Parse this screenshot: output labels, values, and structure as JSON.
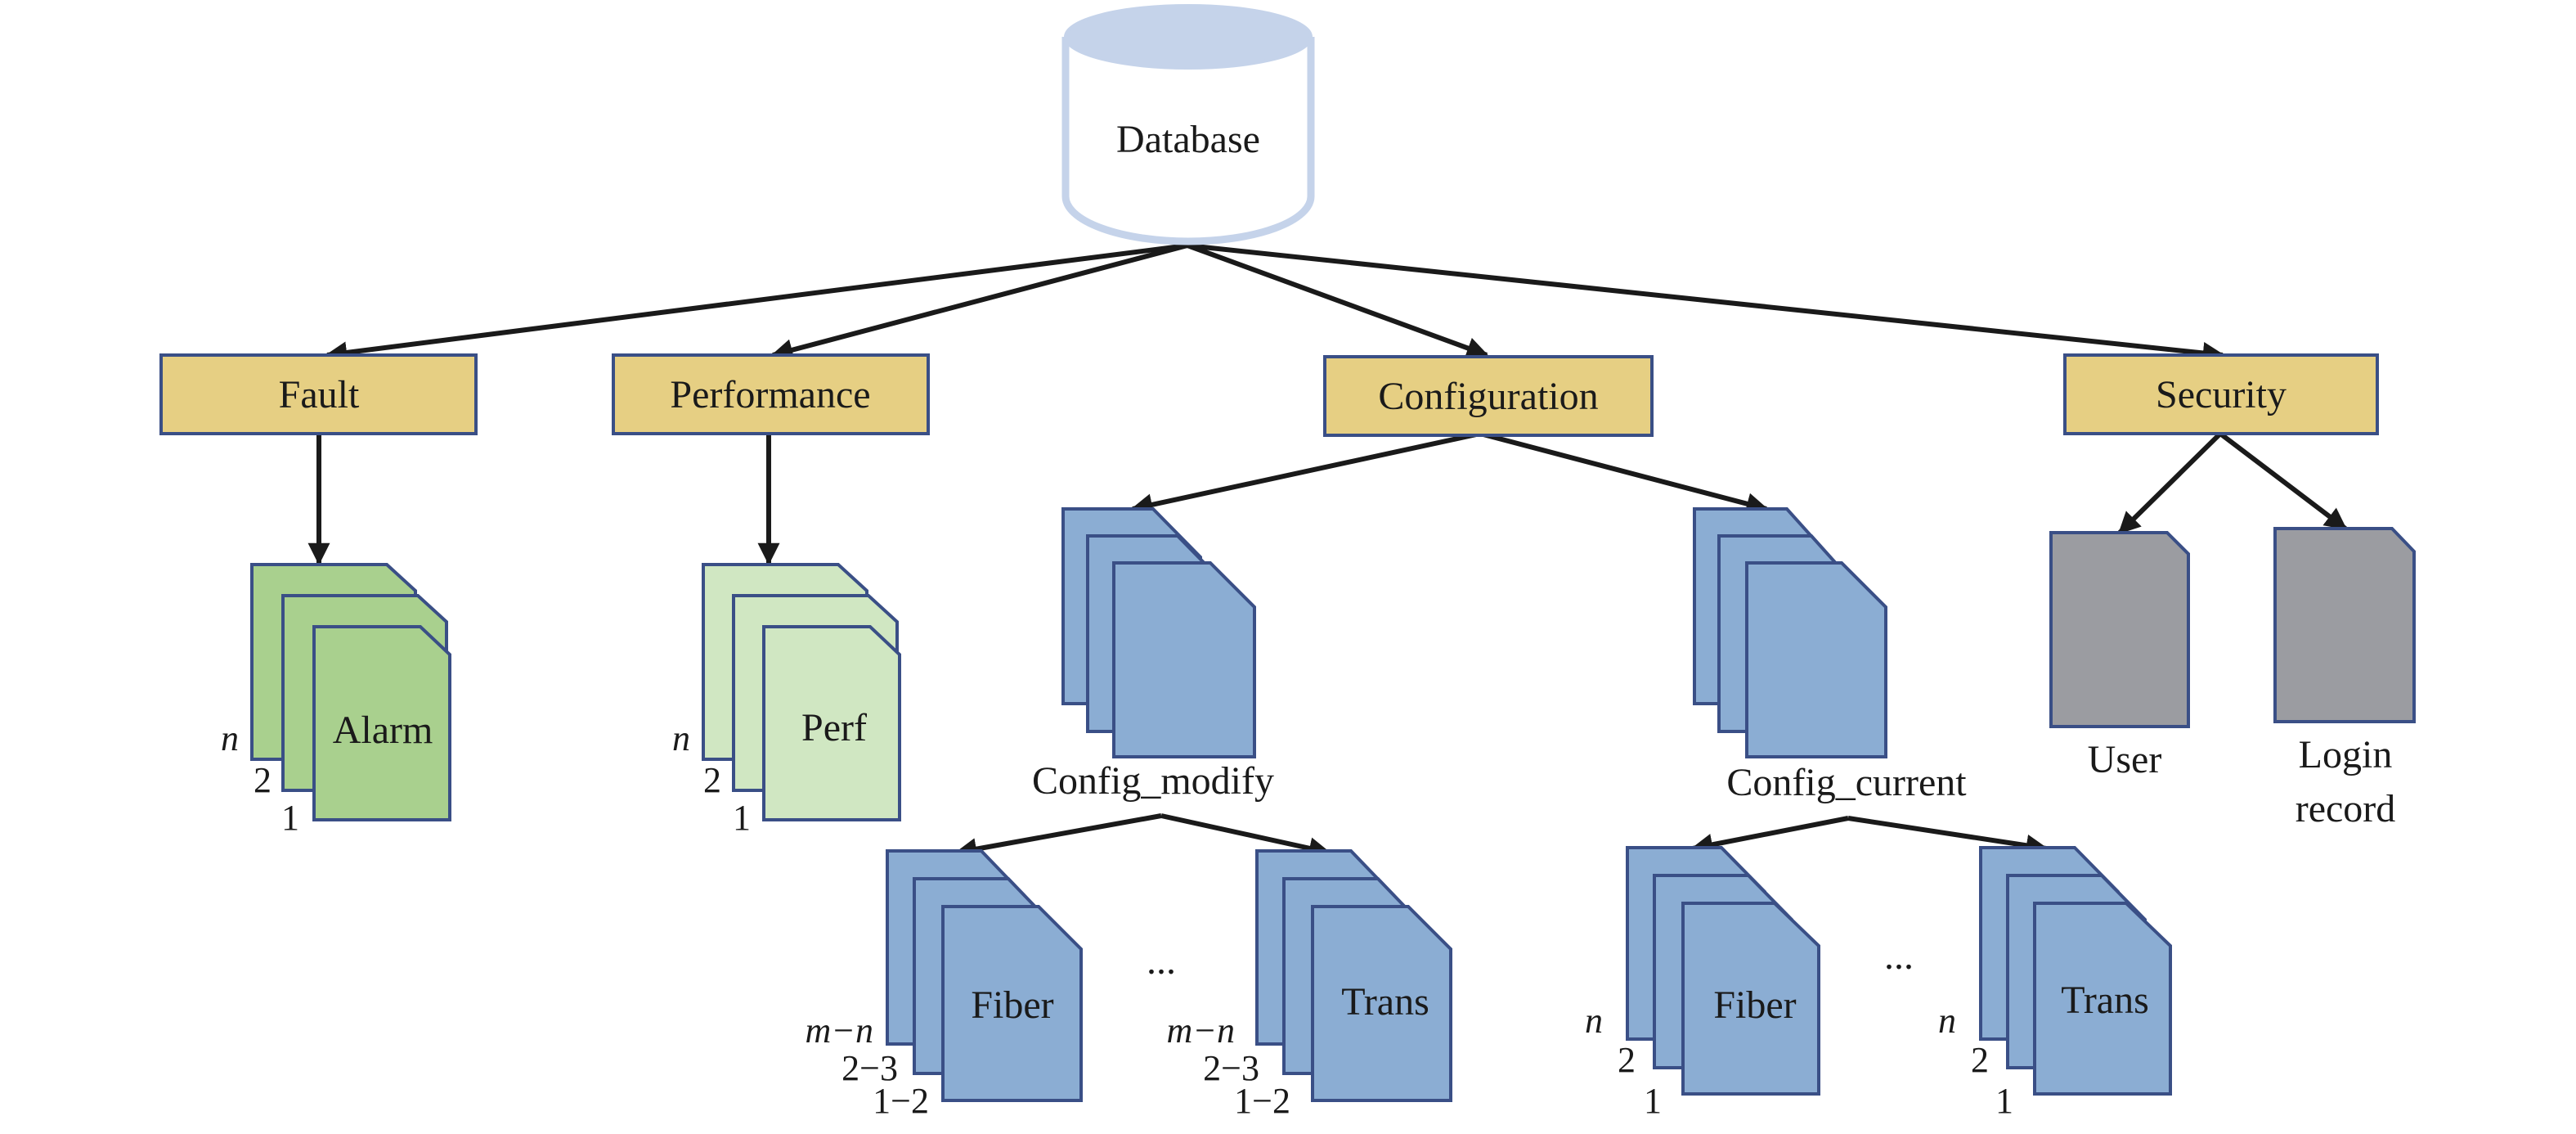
{
  "colors": {
    "category_fill": "#e6cf83",
    "alarm_fill": "#a9d08e",
    "perf_fill": "#d0e7c2",
    "config_fill": "#8badd3",
    "security_fill": "#9b9ca1",
    "database_fill": "#ffffff",
    "database_stroke": "#c5d3ea",
    "outline": "#3a4f86",
    "edge": "#1a1a1a"
  },
  "database": {
    "label": "Database"
  },
  "categories": {
    "fault": "Fault",
    "performance": "Performance",
    "configuration": "Configuration",
    "security": "Security"
  },
  "stacks": {
    "alarm": {
      "label": "Alarm",
      "indices": [
        "n",
        "2",
        "1"
      ]
    },
    "perf": {
      "label": "Perf",
      "indices": [
        "n",
        "2",
        "1"
      ]
    },
    "config_modify": {
      "label": "Config_modify"
    },
    "config_current": {
      "label": "Config_current"
    },
    "modify_fiber": {
      "label": "Fiber",
      "indices": [
        "m−n",
        "2−3",
        "1−2"
      ]
    },
    "modify_trans": {
      "label": "Trans",
      "indices": [
        "m−n",
        "2−3",
        "1−2"
      ]
    },
    "current_fiber": {
      "label": "Fiber",
      "indices": [
        "n",
        "2",
        "1"
      ]
    },
    "current_trans": {
      "label": "Trans",
      "indices": [
        "n",
        "2",
        "1"
      ]
    }
  },
  "ellipsis": {
    "modify": "...",
    "current": "..."
  },
  "security_docs": {
    "user": "User",
    "login_line1": "Login",
    "login_line2": "record"
  }
}
